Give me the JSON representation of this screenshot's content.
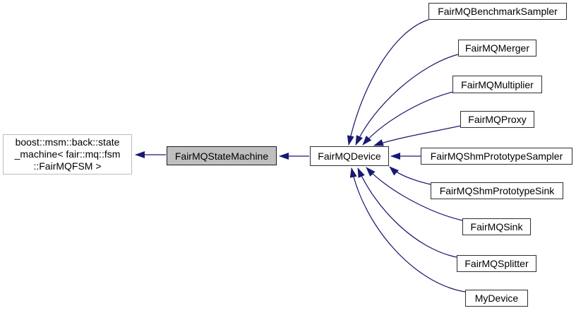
{
  "diagram": {
    "type": "doxygen-inheritance-graph",
    "colors": {
      "background": "#ffffff",
      "arrow": "#191970",
      "node_border": "#2f2f2f",
      "current_node_fill": "#bfbfbf",
      "template_node_border": "#bdbdbd",
      "text": "#000000"
    },
    "nodes": {
      "base_template": {
        "label": "boost::msm::back::state\n_machine< fair::mq::fsm\n::FairMQFSM >"
      },
      "current_class": {
        "label": "FairMQStateMachine"
      },
      "device_class": {
        "label": "FairMQDevice"
      },
      "derived": [
        {
          "label": "FairMQBenchmarkSampler"
        },
        {
          "label": "FairMQMerger"
        },
        {
          "label": "FairMQMultiplier"
        },
        {
          "label": "FairMQProxy"
        },
        {
          "label": "FairMQShmPrototypeSampler"
        },
        {
          "label": "FairMQShmPrototypeSink"
        },
        {
          "label": "FairMQSink"
        },
        {
          "label": "FairMQSplitter"
        },
        {
          "label": "MyDevice"
        }
      ]
    },
    "edges": [
      {
        "derived": "FairMQStateMachine",
        "base": "boost::msm::back::state_machine< fair::mq::fsm::FairMQFSM >"
      },
      {
        "derived": "FairMQDevice",
        "base": "FairMQStateMachine"
      },
      {
        "derived": "FairMQBenchmarkSampler",
        "base": "FairMQDevice"
      },
      {
        "derived": "FairMQMerger",
        "base": "FairMQDevice"
      },
      {
        "derived": "FairMQMultiplier",
        "base": "FairMQDevice"
      },
      {
        "derived": "FairMQProxy",
        "base": "FairMQDevice"
      },
      {
        "derived": "FairMQShmPrototypeSampler",
        "base": "FairMQDevice"
      },
      {
        "derived": "FairMQShmPrototypeSink",
        "base": "FairMQDevice"
      },
      {
        "derived": "FairMQSink",
        "base": "FairMQDevice"
      },
      {
        "derived": "FairMQSplitter",
        "base": "FairMQDevice"
      },
      {
        "derived": "MyDevice",
        "base": "FairMQDevice"
      }
    ]
  }
}
